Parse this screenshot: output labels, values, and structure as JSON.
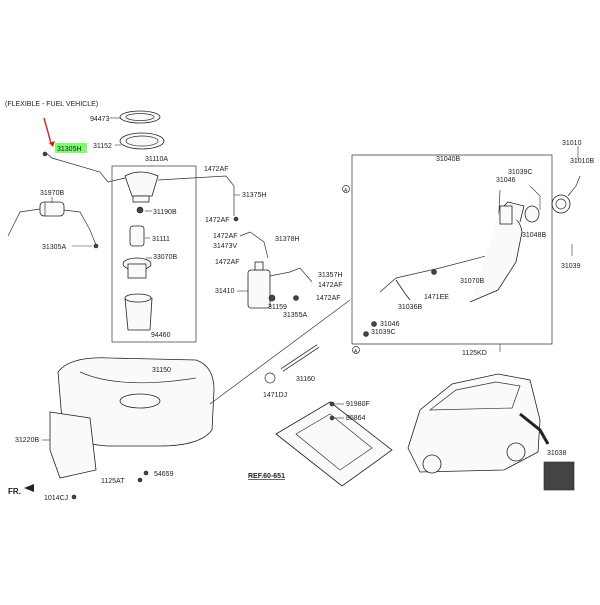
{
  "header_note": "(FLEXIBLE - FUEL VEHICLE)",
  "highlight_color": "#7CFC70",
  "arrow_color": "#d62020",
  "labels": {
    "p94473": "94473",
    "p31152": "31152",
    "p31305H": "31305H",
    "p31110A": "31110A",
    "p31970B": "31970B",
    "p31305A": "31305A",
    "p31190B": "31190B",
    "p31111": "31111",
    "p33070B": "33070B",
    "p94460": "94460",
    "p1472AF_a": "1472AF",
    "p31375H": "31375H",
    "p1472AF_b": "1472AF",
    "p1472AF_c": "1472AF",
    "p31473V": "31473V",
    "p31378H": "31378H",
    "p1472AF_d": "1472AF",
    "p31410": "31410",
    "p31357H": "31357H",
    "p1472AF_e": "1472AF",
    "p1472AF_f": "1472AF",
    "p31159": "31159",
    "p31355A": "31355A",
    "p31040B": "31040B",
    "p31039C_a": "31039C",
    "p31046_a": "31046",
    "p31048B": "31048B",
    "p1471EE": "1471EE",
    "p31036B": "31036B",
    "p31070B": "31070B",
    "p31046_b": "31046",
    "p31039C_b": "31039C",
    "p1125KD": "1125KD",
    "p31010": "31010",
    "p31010B": "31010B",
    "p31039": "31039",
    "p31150": "31150",
    "p31160": "31160",
    "p1471DJ": "1471DJ",
    "p91980F": "91980F",
    "p85864": "85864",
    "p31220B": "31220B",
    "p1125AT": "1125AT",
    "p54659": "54659",
    "p1014CJ": "1014CJ",
    "ref": "REF.60-651",
    "fr": "FR.",
    "p31038": "31038",
    "callout_a1": "A",
    "callout_a2": "A"
  }
}
